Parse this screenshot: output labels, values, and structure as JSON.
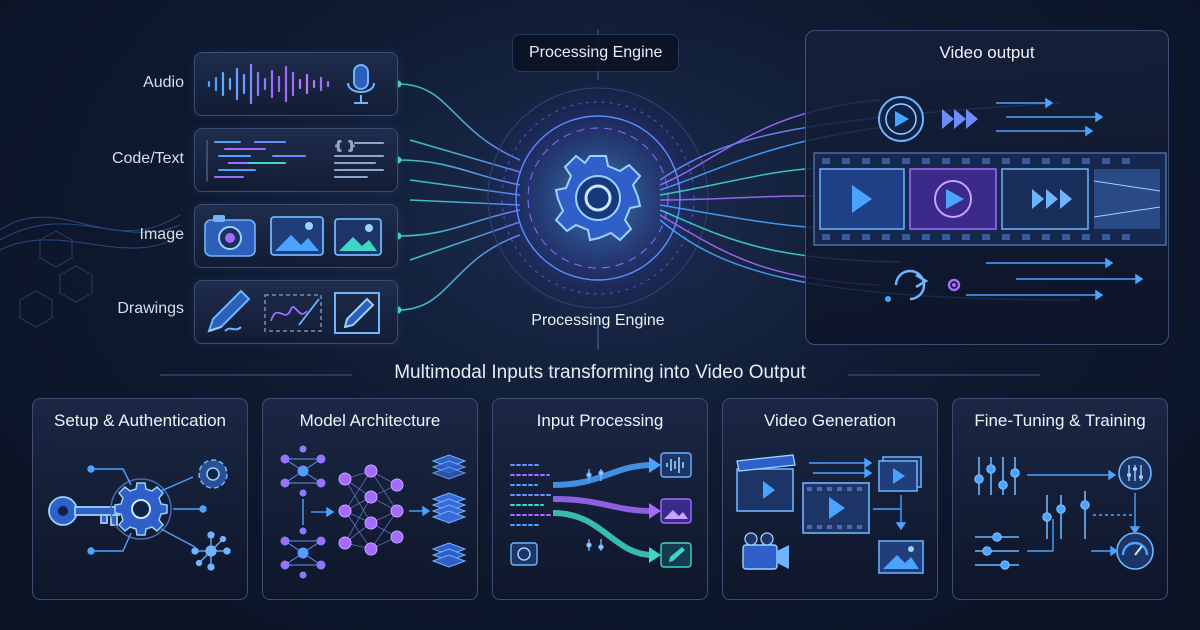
{
  "inputs": {
    "audio_label": "Audio",
    "code_label": "Code/Text",
    "image_label": "Image",
    "drawings_label": "Drawings"
  },
  "engine": {
    "top_label": "Processing Engine",
    "bottom_label": "Processing Engine"
  },
  "output": {
    "title": "Video output"
  },
  "caption": "Multimodal Inputs transforming into Video Output",
  "cards": [
    {
      "title": "Setup & Authentication"
    },
    {
      "title": "Model Architecture"
    },
    {
      "title": "Input Processing"
    },
    {
      "title": "Video Generation"
    },
    {
      "title": "Fine-Tuning & Training"
    }
  ],
  "colors": {
    "accent_blue": "#4aa3ff",
    "accent_purple": "#a46bff",
    "accent_teal": "#3fd6c6",
    "panel_border": "#3b4e74"
  },
  "icons": [
    "microphone-icon",
    "code-editor-icon",
    "camera-icon",
    "image-icon",
    "pencil-icon",
    "signature-icon",
    "gear-icon",
    "play-icon",
    "fast-forward-icon",
    "film-strip-icon",
    "key-icon",
    "neural-network-icon",
    "layers-icon",
    "audio-wave-icon",
    "clapperboard-icon",
    "video-camera-icon",
    "sliders-icon",
    "gauge-icon"
  ]
}
